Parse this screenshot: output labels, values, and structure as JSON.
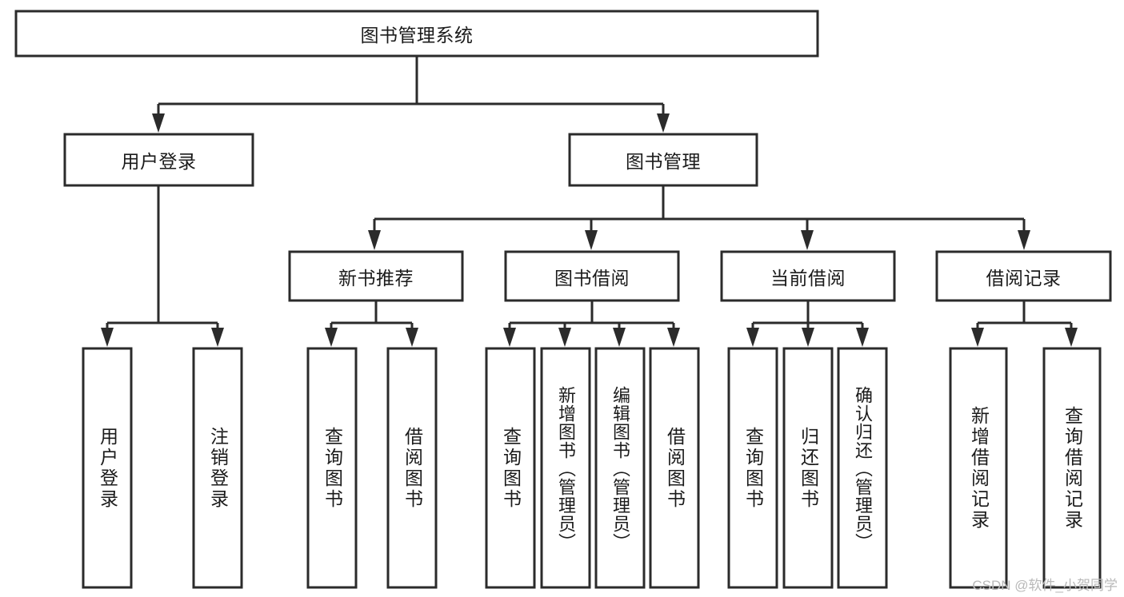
{
  "diagram": {
    "type": "tree-hierarchy",
    "title": "图书管理系统",
    "watermark": "CSDN @软件_小贺同学",
    "colors": {
      "background": "#ffffff",
      "stroke": "#2b2b2b",
      "box_fill": "#ffffff",
      "text": "#1b1b1b",
      "watermark": "#b9b9b9"
    },
    "root": {
      "label": "图书管理系统",
      "children": [
        {
          "label": "用户登录",
          "children": [
            {
              "label": "用户登录"
            },
            {
              "label": "注销登录"
            }
          ]
        },
        {
          "label": "图书管理",
          "children": [
            {
              "label": "新书推荐",
              "children": [
                {
                  "label": "查询图书"
                },
                {
                  "label": "借阅图书"
                }
              ]
            },
            {
              "label": "图书借阅",
              "children": [
                {
                  "label": "查询图书"
                },
                {
                  "label": "新增图书（管理员）"
                },
                {
                  "label": "编辑图书（管理员）"
                },
                {
                  "label": "借阅图书"
                }
              ]
            },
            {
              "label": "当前借阅",
              "children": [
                {
                  "label": "查询图书"
                },
                {
                  "label": "归还图书"
                },
                {
                  "label": "确认归还（管理员）"
                }
              ]
            },
            {
              "label": "借阅记录",
              "children": [
                {
                  "label": "新增借阅记录"
                },
                {
                  "label": "查询借阅记录"
                }
              ]
            }
          ]
        }
      ]
    },
    "nodes": {
      "root": "图书管理系统",
      "l2": [
        "用户登录",
        "图书管理"
      ],
      "l3": [
        "新书推荐",
        "图书借阅",
        "当前借阅",
        "借阅记录"
      ],
      "leaf_user": [
        "用户登录",
        "注销登录"
      ],
      "leaf_newbook": [
        "查询图书",
        "借阅图书"
      ],
      "leaf_borrow": [
        "查询图书",
        "新增图书（管理员）",
        "编辑图书（管理员）",
        "借阅图书"
      ],
      "leaf_current": [
        "查询图书",
        "归还图书",
        "确认归还（管理员）"
      ],
      "leaf_record": [
        "新增借阅记录",
        "查询借阅记录"
      ]
    }
  }
}
